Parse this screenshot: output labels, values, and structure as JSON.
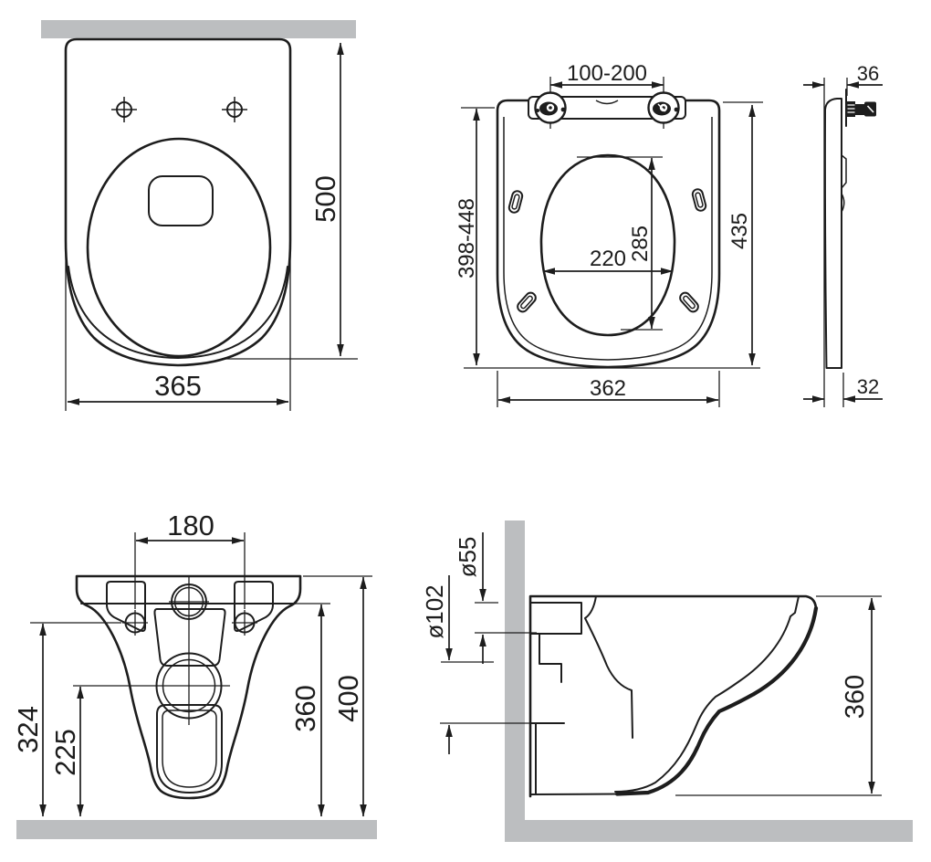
{
  "drawing": {
    "background": "#ffffff",
    "line_color": "#1d1d1d",
    "wall_color": "#bcbec0",
    "views": {
      "bowl_top": {
        "dims": {
          "width": "365",
          "depth": "500"
        }
      },
      "seat_top": {
        "dims": {
          "hinge_spacing": "100-200",
          "adjustable_length": "398-448",
          "length": "435",
          "width": "362",
          "opening_width": "220",
          "opening_length": "285"
        }
      },
      "seat_side": {
        "dims": {
          "front_thickness": "36",
          "rear_thickness": "32"
        }
      },
      "bowl_rear": {
        "dims": {
          "bolt_spacing": "180",
          "bolt_height": "324",
          "outlet_height": "225",
          "body_height": "360",
          "total_height": "400"
        }
      },
      "bowl_side": {
        "dims": {
          "inlet_diameter": "ø55",
          "outlet_diameter": "ø102",
          "height": "360"
        }
      }
    }
  }
}
